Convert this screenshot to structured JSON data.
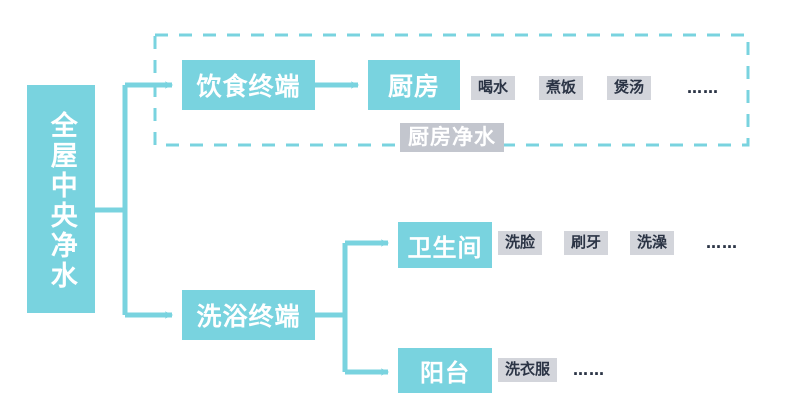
{
  "diagram": {
    "title_node": "全屋中央净水",
    "accent_color": "#79D3DF",
    "tag_bg_color": "#D3D5DB",
    "badge_bg_color": "#C3C6CE",
    "ellipsis": "……"
  },
  "branches": {
    "diet": {
      "terminal_label": "饮食终端",
      "room_label": "厨房",
      "badge_label": "厨房净水",
      "tags": [
        "喝水",
        "煮饭",
        "煲汤"
      ],
      "tags_more": "……"
    },
    "bathing": {
      "terminal_label": "洗浴终端",
      "rooms": [
        {
          "room_label": "卫生间",
          "tags": [
            "洗脸",
            "刷牙",
            "洗澡"
          ],
          "tags_more": "……"
        },
        {
          "room_label": "阳台",
          "tags": [
            "洗衣服"
          ],
          "tags_more": "……"
        }
      ]
    }
  }
}
